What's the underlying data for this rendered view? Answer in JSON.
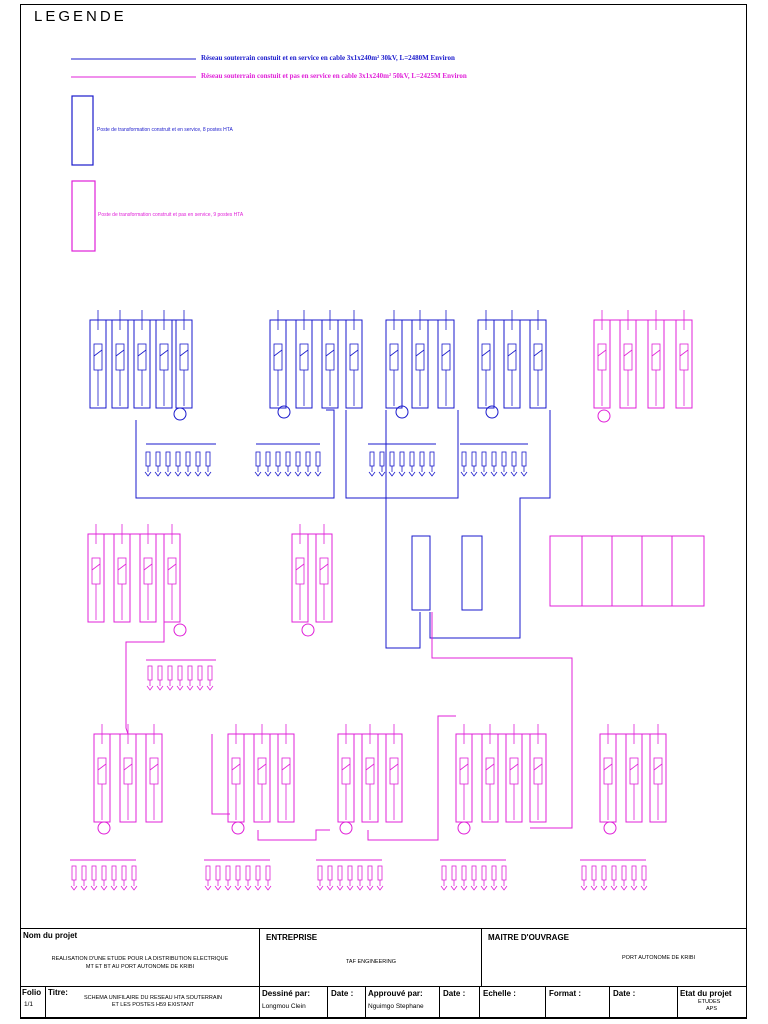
{
  "legend": {
    "title": "LEGENDE",
    "line1": "Réseau souterrain constuit et en service en cable 3x1x240m² 30kV, L=2480M Environ",
    "line2": "Réseau souterrain constuit et pas en service en cable 3x1x240m² 50kV, L=2425M Environ",
    "box1": "Poste de transformation construit et en service, 8 postes HTA",
    "box2": "Poste de transformation construit et pas en service, 9 postes HTA"
  },
  "colors": {
    "in_service": "#1a1acc",
    "not_in_service": "#e020d8"
  },
  "title_block": {
    "project_label": "Nom du projet",
    "project_value_1": "REALISATION D'UNE ETUDE POUR LA DISTRIBUTION ELECTRIQUE",
    "project_value_2": "MT ET BT AU PORT AUTONOME DE KRIBI",
    "company_label": "ENTREPRISE",
    "company_value": "TAF ENGINEERING",
    "owner_label": "MAITRE D'OUVRAGE",
    "owner_value": "PORT AUTONOME DE KRIBI",
    "folio_label": "Folio",
    "folio_value": "1/1",
    "titre_label": "Titre:",
    "titre_value_1": "SCHEMA UNIFILAIRE DU RESEAU HTA SOUTERRAIN",
    "titre_value_2": "ET LES POSTES H59 EXISTANT",
    "drawn_label": "Dessiné par:",
    "drawn_value": "Longmou Clein",
    "date_label": "Date :",
    "approved_label": "Approuvé par:",
    "approved_value": "Nguimgo Stephane",
    "scale_label": "Echelle :",
    "format_label": "Format :",
    "state_label": "Etat du projet",
    "state_value_1": "ETUDES",
    "state_value_2": "APS"
  }
}
